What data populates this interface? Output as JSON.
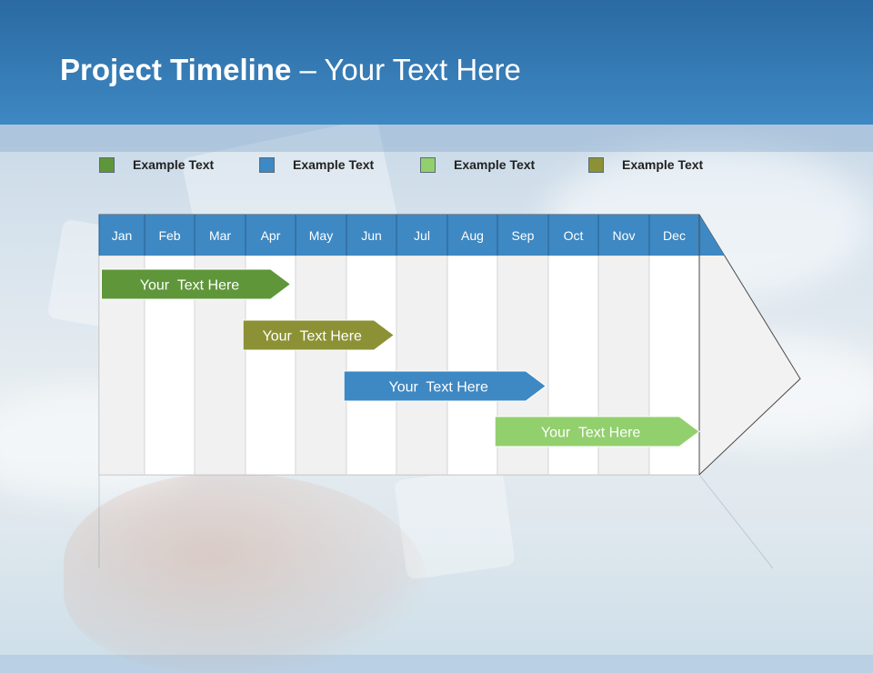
{
  "header": {
    "title_bold": "Project Timeline",
    "title_rest": " – Your Text Here"
  },
  "legend": [
    {
      "label": "Example Text",
      "color": "#5e9639"
    },
    {
      "label": "Example Text",
      "color": "#3e88c3"
    },
    {
      "label": "Example Text",
      "color": "#92cf6d"
    },
    {
      "label": "Example Text",
      "color": "#8c9135"
    }
  ],
  "colors": {
    "month_header": "#3e88c3",
    "column_shade": "#f1f1f1",
    "column_white": "#ffffff"
  },
  "timeline": {
    "months": [
      "Jan",
      "Feb",
      "Mar",
      "Apr",
      "May",
      "Jun",
      "Jul",
      "Aug",
      "Sep",
      "Oct",
      "Nov",
      "Dec"
    ],
    "tasks": [
      {
        "label": "Your  Text Here",
        "start_month": 0.05,
        "end_month": 3.9,
        "color": "#5e9639"
      },
      {
        "label": "Your  Text Here",
        "start_month": 2.95,
        "end_month": 5.95,
        "color": "#8c9135"
      },
      {
        "label": "Your  Text Here",
        "start_month": 4.95,
        "end_month": 8.95,
        "color": "#3e88c3"
      },
      {
        "label": "Your  Text Here",
        "start_month": 7.95,
        "end_month": 12.0,
        "color": "#92cf6d"
      }
    ]
  }
}
